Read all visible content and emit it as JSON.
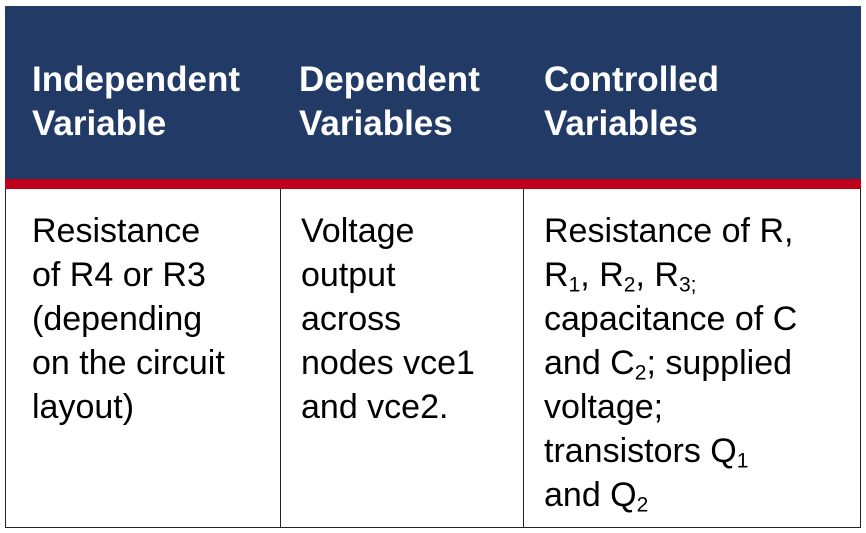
{
  "headers": {
    "independent": [
      "Independent",
      "Variable"
    ],
    "dependent": [
      "Dependent",
      "Variables"
    ],
    "controlled": [
      "Controlled",
      "Variables"
    ]
  },
  "row": {
    "independent": [
      "Resistance",
      "of R4 or R3",
      "(depending",
      "on the circuit",
      "layout)"
    ],
    "dependent": [
      "Voltage",
      "output",
      "across",
      "nodes vce1",
      "and vce2."
    ],
    "controlled": {
      "l1": "Resistance of R,",
      "l2": {
        "a": "R",
        "a_sub": "1",
        "b": ", R",
        "b_sub": "2",
        "c": ", R",
        "c_sub": "3;"
      },
      "l3": "capacitance of C",
      "l4": {
        "a": "and C",
        "a_sub": "2",
        "b": "; supplied"
      },
      "l5": "voltage;",
      "l6": {
        "a": "transistors Q",
        "a_sub": "1"
      },
      "l7": {
        "a": "and Q",
        "a_sub": "2"
      }
    }
  },
  "colors": {
    "header_bg": "#223a66",
    "header_rule": "#c0001a",
    "header_text": "#ffffff",
    "border": "#222222"
  }
}
